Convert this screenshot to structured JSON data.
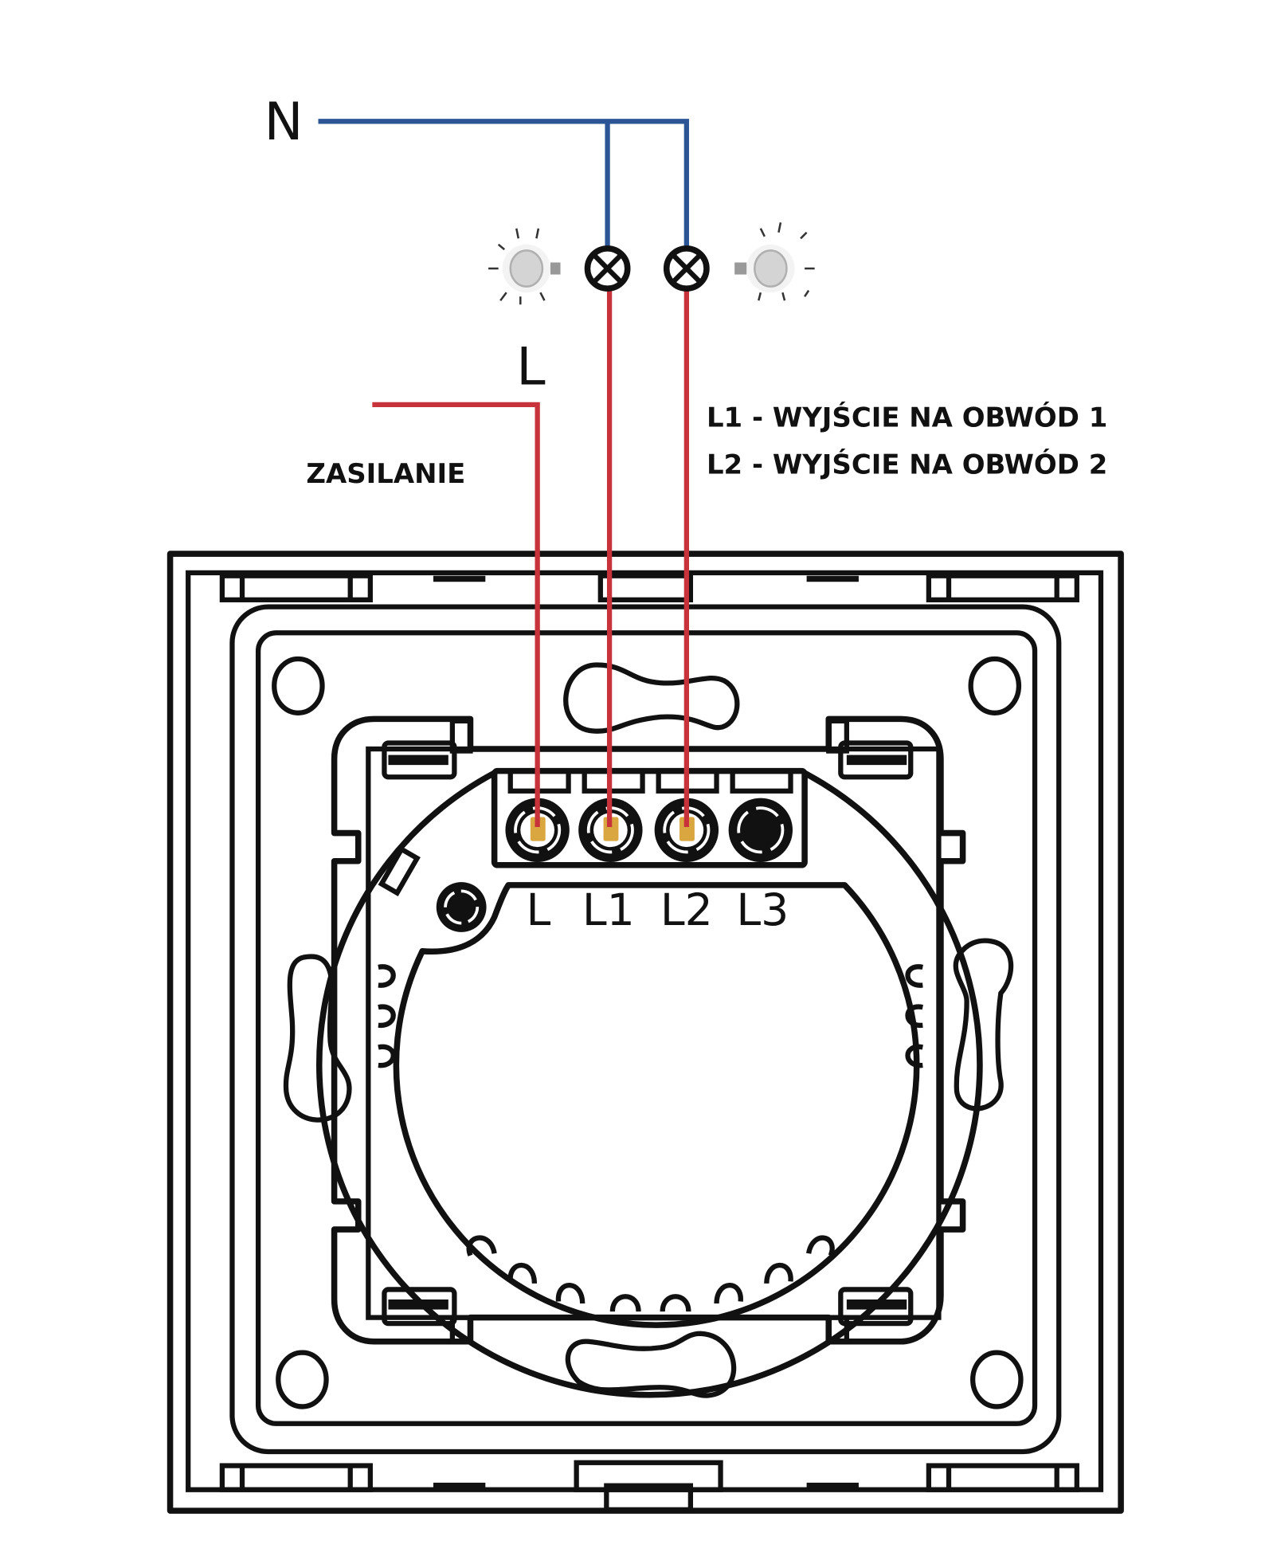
{
  "labels": {
    "neutral": "N",
    "live": "L",
    "supply": "ZASILANIE",
    "legend": [
      "L1 - WYJŚCIE NA OBWÓD 1",
      "L2 - WYJŚCIE NA OBWÓD 2"
    ]
  },
  "terminals": [
    {
      "label": "L",
      "connected": true
    },
    {
      "label": "L1",
      "connected": true
    },
    {
      "label": "L2",
      "connected": true
    },
    {
      "label": "L3",
      "connected": false
    }
  ],
  "lamps": [
    {
      "name": "lamp-1",
      "symbol": "lamp-cross-icon"
    },
    {
      "name": "lamp-2",
      "symbol": "lamp-cross-icon"
    }
  ],
  "colors": {
    "neutral_wire": "#2c5596",
    "live_wire": "#c8323a",
    "outline": "#111111",
    "terminal_pin": "#d9a640"
  }
}
